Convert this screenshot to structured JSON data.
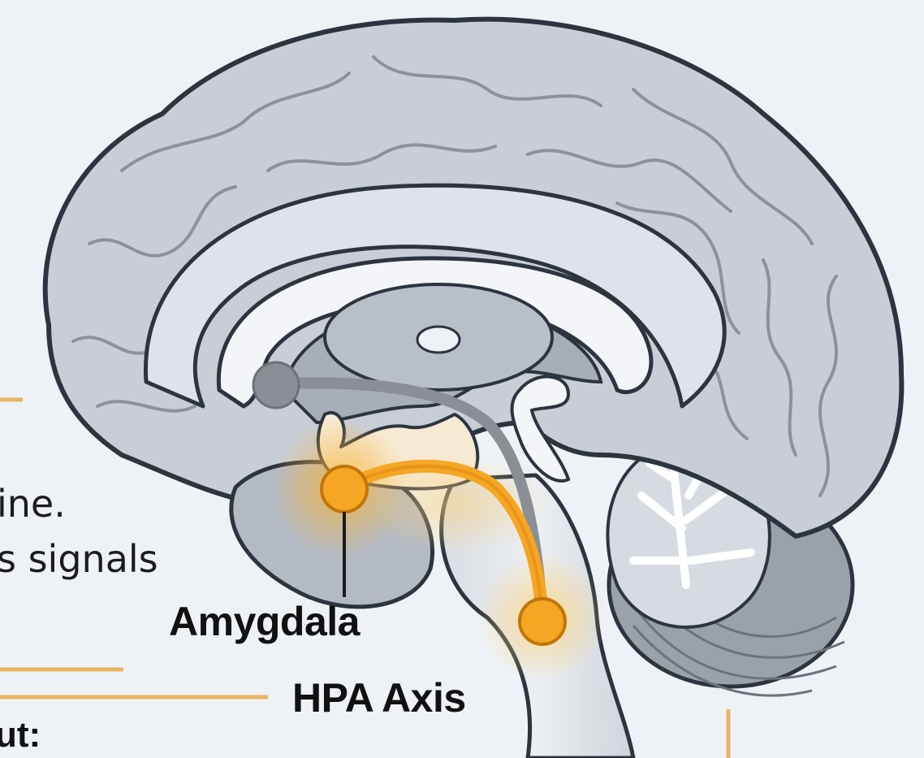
{
  "fragments": {
    "line1": "ine.",
    "line2": "s signals",
    "line3": "ut:"
  },
  "labels": {
    "amygdala": "Amygdala",
    "hpa_axis": "HPA Axis"
  },
  "colors": {
    "background": "#eef2f6",
    "brain_fill": "#c9ced6",
    "brain_light": "#e4e8ee",
    "brain_outline": "#2c3440",
    "accent_orange": "#f5a623",
    "connector_gray": "#8a8f96",
    "rule_orange": "#e8b560"
  }
}
